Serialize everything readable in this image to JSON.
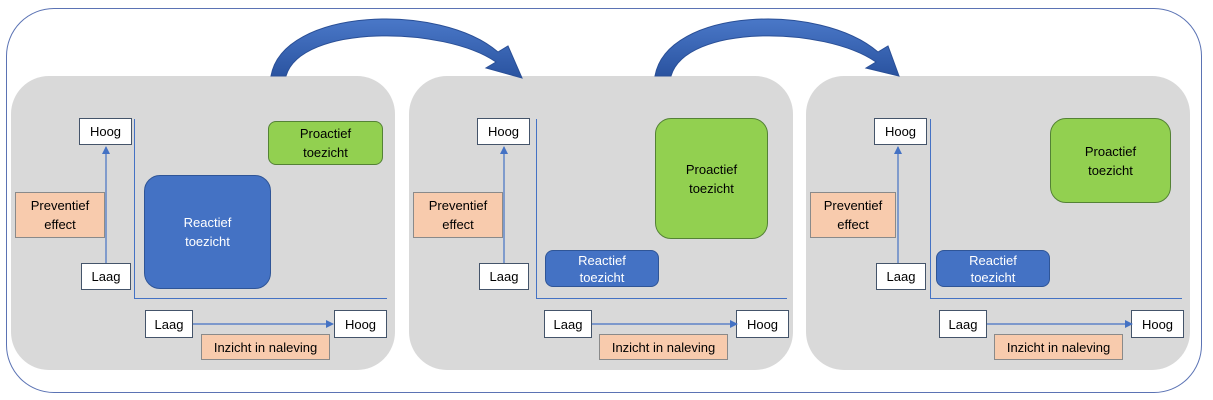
{
  "panels": [
    {
      "y_axis": {
        "high": "Hoog",
        "low": "Laag",
        "label": "Preventief effect"
      },
      "x_axis": {
        "low": "Laag",
        "high": "Hoog",
        "label": "Inzicht in naleving"
      },
      "reactive": "Reactief toezicht",
      "proactive": "Proactief toezicht"
    },
    {
      "y_axis": {
        "high": "Hoog",
        "low": "Laag",
        "label": "Preventief effect"
      },
      "x_axis": {
        "low": "Laag",
        "high": "Hoog",
        "label": "Inzicht in naleving"
      },
      "reactive": "Reactief toezicht",
      "proactive": "Proactief toezicht"
    },
    {
      "y_axis": {
        "high": "Hoog",
        "low": "Laag",
        "label": "Preventief effect"
      },
      "x_axis": {
        "low": "Laag",
        "high": "Hoog",
        "label": "Inzicht in naleving"
      },
      "reactive": "Reactief toezicht",
      "proactive": "Proactief toezicht"
    }
  ],
  "colors": {
    "reactive": "#4472c4",
    "proactive": "#92d050",
    "axis_label": "#f8cbad",
    "panel": "#d9d9d9",
    "transition_arrow": "#2e5aa8"
  }
}
